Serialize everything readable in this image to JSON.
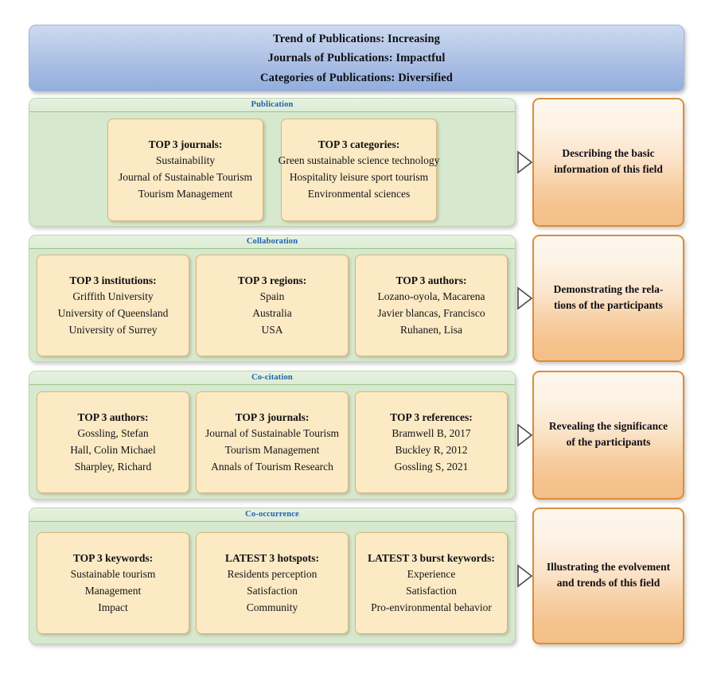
{
  "banner": {
    "lines": [
      "Trend of Publications: Increasing",
      "Journals of Publications: Impactful",
      "Categories of Publications: Diversified"
    ]
  },
  "colors": {
    "banner_top": "#ccdaf0",
    "banner_bottom": "#93aedd",
    "section_green": "#d6e8cd",
    "section_title_blue": "#1f61b0",
    "card_yellow": "#fbeac4",
    "card_border": "#d9b87a",
    "outcome_orange": "#f4bf88",
    "outcome_border": "#d98f3a"
  },
  "sections": [
    {
      "title": "Publication",
      "layout": "row-2",
      "cards": [
        {
          "title": "TOP 3 journals:",
          "items": [
            "Sustainability",
            "Journal of Sustainable Tourism",
            "Tourism Management"
          ]
        },
        {
          "title": "TOP 3 categories:",
          "items": [
            "Green sustainable science technology",
            "Hospitality leisure sport tourism",
            "Environmental sciences"
          ]
        }
      ],
      "outcome": "Describing the basic information of this field"
    },
    {
      "title": "Collaboration",
      "layout": "row-3",
      "cards": [
        {
          "title": "TOP 3 institutions:",
          "items": [
            "Griffith University",
            "University of Queensland",
            "University of Surrey"
          ]
        },
        {
          "title": "TOP 3 regions:",
          "items": [
            "Spain",
            "Australia",
            "USA"
          ]
        },
        {
          "title": "TOP 3 authors:",
          "items": [
            "Lozano-oyola, Macarena",
            "Javier blancas, Francisco",
            "Ruhanen, Lisa"
          ]
        }
      ],
      "outcome": "Demonstrating the rela-tions of the participants"
    },
    {
      "title": "Co-citation",
      "layout": "row-3",
      "cards": [
        {
          "title": "TOP 3 authors:",
          "items": [
            "Gossling, Stefan",
            "Hall, Colin Michael",
            "Sharpley, Richard"
          ]
        },
        {
          "title": "TOP 3 journals:",
          "items": [
            "Journal of Sustainable Tourism",
            "Tourism Management",
            "Annals of Tourism Research"
          ]
        },
        {
          "title": "TOP 3 references:",
          "items": [
            "Bramwell B, 2017",
            "Buckley R, 2012",
            "Gossling S, 2021"
          ]
        }
      ],
      "outcome": "Revealing the significance of the participants"
    },
    {
      "title": "Co-occurrence",
      "layout": "row-3",
      "cards": [
        {
          "title": "TOP 3 keywords:",
          "items": [
            "Sustainable tourism",
            "Management",
            "Impact"
          ]
        },
        {
          "title": "LATEST 3 hotspots:",
          "items": [
            "Residents perception",
            "Satisfaction",
            "Community"
          ]
        },
        {
          "title": "LATEST 3 burst keywords:",
          "items": [
            "Experience",
            "Satisfaction",
            "Pro-environmental behavior"
          ]
        }
      ],
      "outcome": "Illustrating the evolvement and trends of this field"
    }
  ],
  "outcome_lines": [
    [
      "Describing the basic",
      "information of this field"
    ],
    [
      "Demonstrating the rela-",
      "tions of the participants"
    ],
    [
      "Revealing the significance",
      "of the participants"
    ],
    [
      "Illustrating the evolvement",
      "and trends of this field"
    ]
  ]
}
